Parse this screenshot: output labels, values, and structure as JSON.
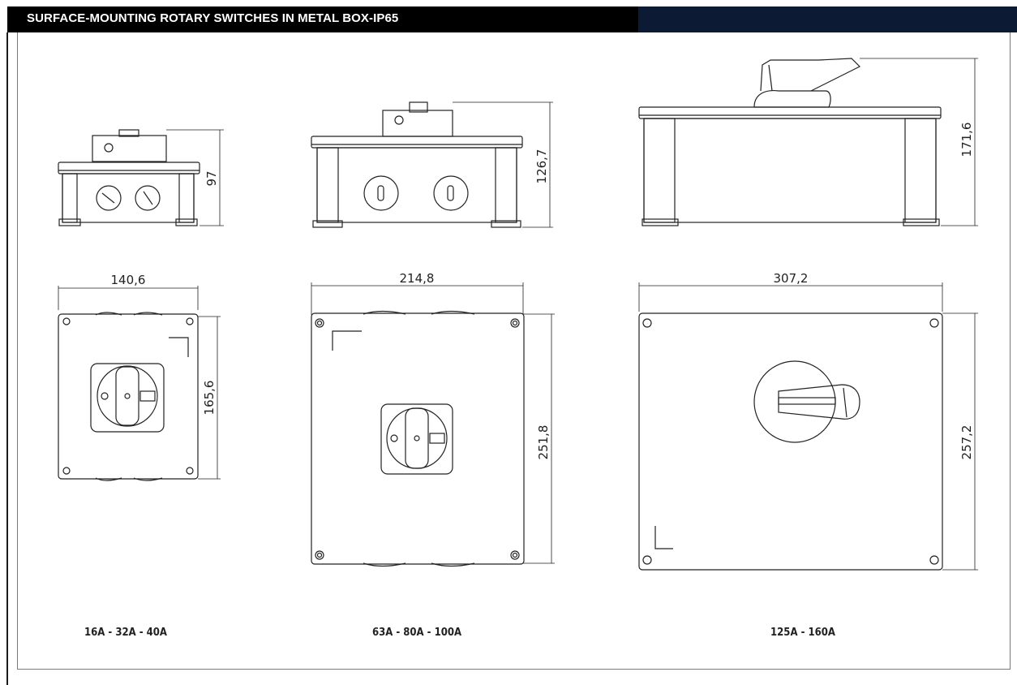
{
  "header": {
    "title": "SURFACE-MOUNTING ROTARY SWITCHES IN METAL BOX-IP65"
  },
  "drawings": [
    {
      "id": "small",
      "height_label": "97",
      "width_label": "140,6",
      "depth_label": "165,6",
      "caption": "16A - 32A - 40A"
    },
    {
      "id": "medium",
      "height_label": "126,7",
      "width_label": "214,8",
      "depth_label": "251,8",
      "caption": "63A - 80A - 100A"
    },
    {
      "id": "large",
      "height_label": "171,6",
      "width_label": "307,2",
      "depth_label": "257,2",
      "caption": "125A - 160A"
    }
  ],
  "colors": {
    "header_bg": "#000000",
    "header_band": "#0c1a33",
    "line": "#222222"
  }
}
